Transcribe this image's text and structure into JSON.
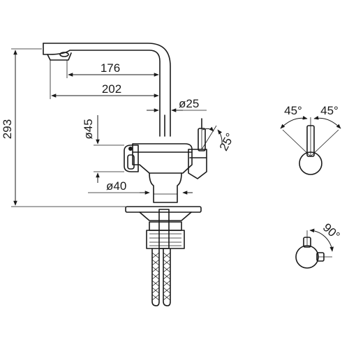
{
  "dimensions": {
    "total_height": "293",
    "spout_reach": "176",
    "overall_reach": "202",
    "spout_diameter": "ø25",
    "handle_height": "ø45",
    "base_diameter": "ø40",
    "lever_angle": "25°"
  },
  "side_view": {
    "angle_left": "45°",
    "angle_right": "45°"
  },
  "lower_view": {
    "angle": "90°"
  }
}
